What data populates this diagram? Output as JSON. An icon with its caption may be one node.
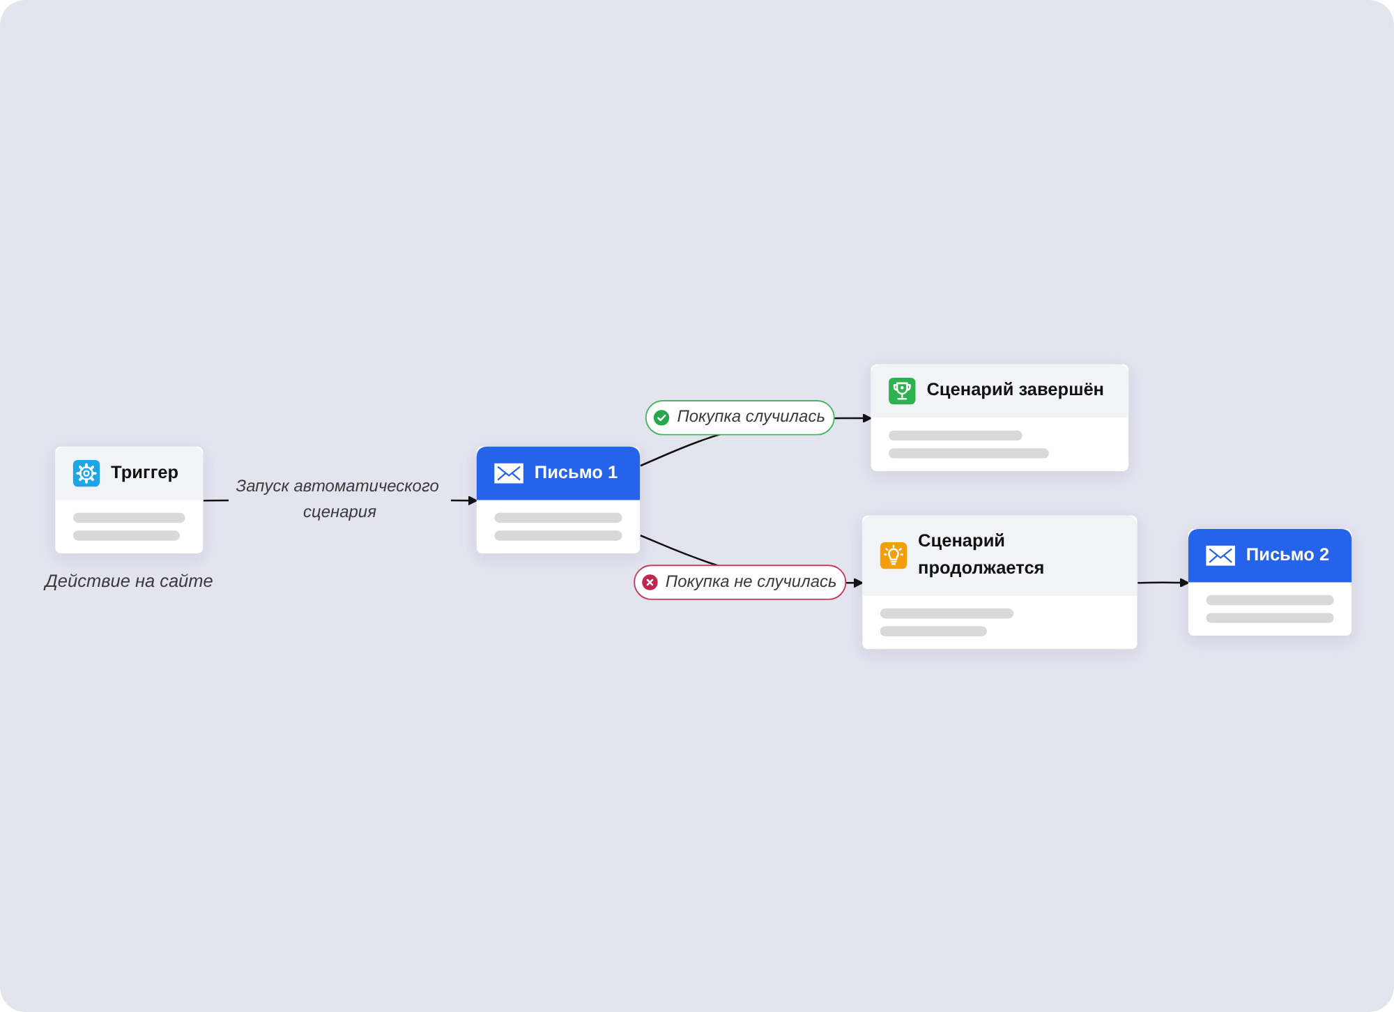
{
  "diagram": {
    "nodes": [
      {
        "text": [
          "Сценарий завершён"
        ]
      },
      {
        "text": [
          "Триггер"
        ],
        "beside": [
          "Действие на сайте"
        ]
      },
      {
        "text": [
          "Письмо 1"
        ]
      },
      {
        "text": [
          "Сценарий продолжается"
        ]
      },
      {
        "text": [
          "Письмо 2"
        ]
      }
    ],
    "edges": [
      {
        "from": 1,
        "to": 2,
        "arrow": "to",
        "label": "Запуск автоматического сценария"
      },
      {
        "from": 2,
        "to": 0,
        "arrow": "to",
        "label": "Покупка случилась"
      },
      {
        "from": 2,
        "to": 3,
        "arrow": "to",
        "label": "Покупка не случилась"
      },
      {
        "from": 3,
        "to": 4,
        "arrow": "to"
      }
    ]
  }
}
